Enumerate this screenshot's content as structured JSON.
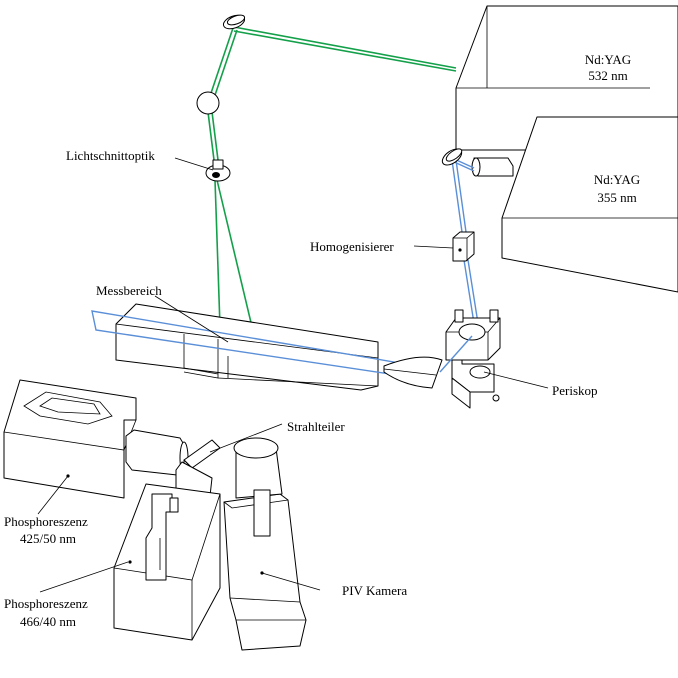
{
  "colors": {
    "beam_532": "#14a04a",
    "beam_355": "#5a8fd8",
    "outline": "#000000",
    "background": "#ffffff"
  },
  "labels": {
    "laser_532_line1": "Nd:YAG",
    "laser_532_line2": "532 nm",
    "laser_355_line1": "Nd:YAG",
    "laser_355_line2": "355 nm",
    "lichtschnittoptik": "Lichtschnittoptik",
    "homogenisierer": "Homogenisierer",
    "messbereich": "Messbereich",
    "periskop": "Periskop",
    "strahlteiler": "Strahlteiler",
    "phos1_line1": "Phosphoreszenz",
    "phos1_line2": "425/50 nm",
    "phos2_line1": "Phosphoreszenz",
    "phos2_line2": "466/40 nm",
    "piv_kamera": "PIV Kamera"
  }
}
